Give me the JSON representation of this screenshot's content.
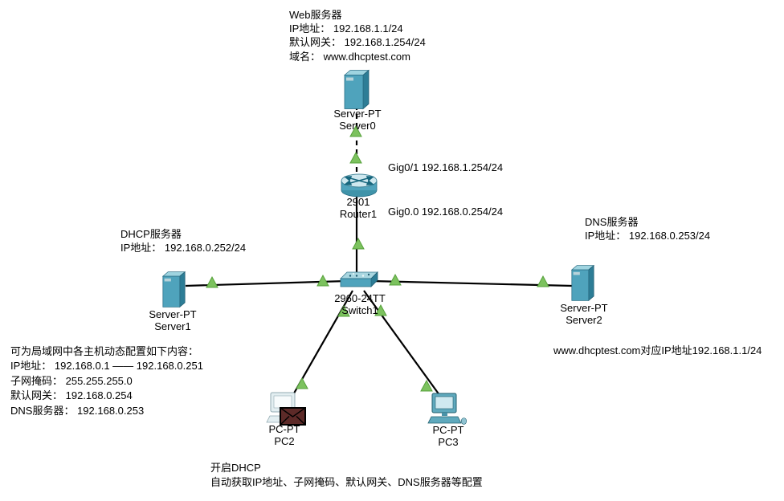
{
  "app": {
    "context": "Packet Tracer network topology canvas"
  },
  "devices": {
    "server0": {
      "model": "Server-PT",
      "name": "Server0"
    },
    "router1": {
      "model": "2901",
      "name": "Router1"
    },
    "switch1": {
      "model": "2960-24TT",
      "name": "Switch1"
    },
    "server1": {
      "model": "Server-PT",
      "name": "Server1"
    },
    "server2": {
      "model": "Server-PT",
      "name": "Server2"
    },
    "pc2": {
      "model": "PC-PT",
      "name": "PC2"
    },
    "pc3": {
      "model": "PC-PT",
      "name": "PC3"
    }
  },
  "interface_labels": {
    "gig0_1": "Gig0/1 192.168.1.254/24",
    "gig0_0": "Gig0.0 192.168.0.254/24"
  },
  "annotations": {
    "web_server_note": [
      "Web服务器",
      "IP地址： 192.168.1.1/24",
      "默认网关： 192.168.1.254/24",
      "域名： www.dhcptest.com"
    ],
    "dhcp_server_note": [
      "DHCP服务器",
      "IP地址： 192.168.0.252/24"
    ],
    "dns_server_note": [
      "DNS服务器",
      "IP地址： 192.168.0.253/24"
    ],
    "dns_mapping_note": "www.dhcptest.com对应IP地址192.168.1.1/24",
    "lan_config_note": [
      "可为局域网中各主机动态配置如下内容：",
      "IP地址： 192.168.0.1 —— 192.168.0.251",
      "子网掩码： 255.255.255.0",
      "默认网关： 192.168.0.254",
      "DNS服务器： 192.168.0.253"
    ],
    "dhcp_enable_note": [
      "开启DHCP",
      "自动获取IP地址、子网掩码、默认网关、DNS服务器等配置"
    ]
  },
  "colors": {
    "background": "#ffffff",
    "link": "#000000",
    "link_up_indicator": "#7cc25e",
    "device_teal": "#4fa3bc",
    "envelope_maroon": "#5d2a28"
  }
}
